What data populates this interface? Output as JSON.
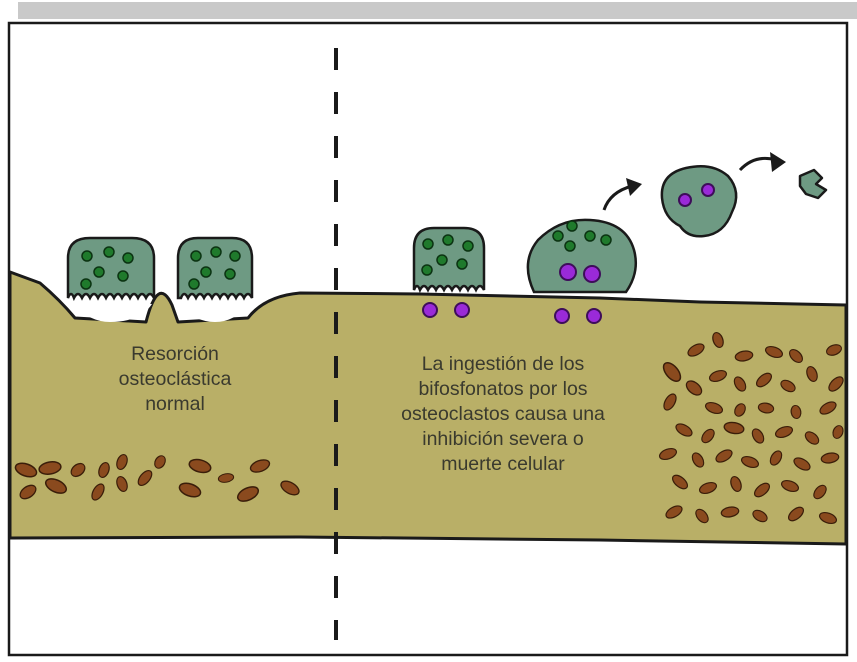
{
  "labels": {
    "left": [
      "Resorción",
      "osteoclástica",
      "normal"
    ],
    "right": [
      "La ingestión de los",
      "bifosfonatos  por  los",
      "osteoclastos causa una",
      "inhibición severa o",
      "muerte celular"
    ]
  },
  "colors": {
    "bone": "#b9af67",
    "cell": "#6e9a83",
    "granule_green": "#1f7a2c",
    "granule_purple": "#9a2ad8",
    "osteocyte": "#8a4a1e",
    "outline": "#1a1a1a"
  },
  "icons": [
    "arrow-icon",
    "cell-fragment-icon"
  ]
}
